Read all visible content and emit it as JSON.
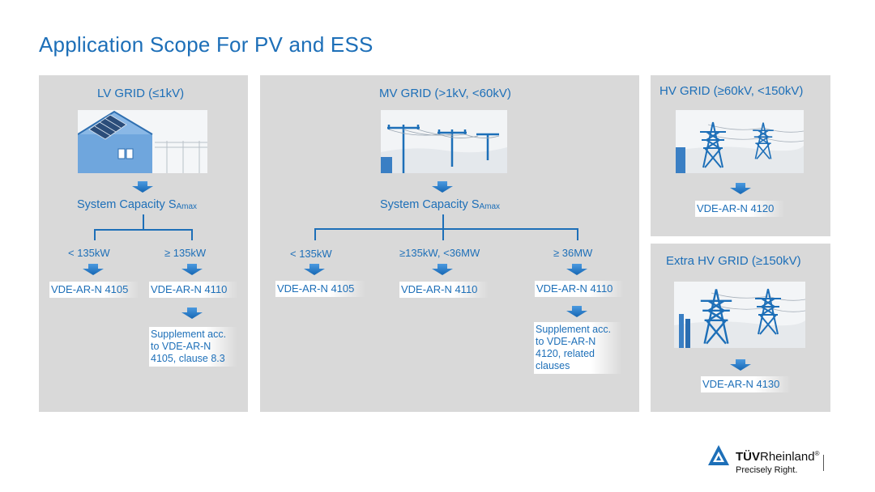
{
  "title": "Application Scope For PV and ESS",
  "lv": {
    "title": "LV GRID (≤1kV)",
    "capacity": "System Capacity S",
    "capacity_sub": "Amax",
    "branch_left": "< 135kW",
    "branch_right": "≥ 135kW",
    "std_left": "VDE-AR-N 4105",
    "std_right": "VDE-AR-N 4110",
    "note": "Supplement acc.\nto VDE-AR-N\n4105, clause 8.3"
  },
  "mv": {
    "title": "MV GRID (>1kV, <60kV)",
    "capacity": "System Capacity S",
    "capacity_sub": "Amax",
    "branch_1": "< 135kW",
    "branch_2": "≥135kW, <36MW",
    "branch_3": "≥ 36MW",
    "std_1": "VDE-AR-N 4105",
    "std_2": "VDE-AR-N 4110",
    "std_3": "VDE-AR-N 4110",
    "note": "Supplement acc.\nto VDE-AR-N\n4120, related\nclauses"
  },
  "hv": {
    "title": "HV GRID (≥60kV, <150kV)",
    "std": "VDE-AR-N 4120"
  },
  "ehv": {
    "title": "Extra HV GRID (≥150kV)",
    "std": "VDE-AR-N 4130"
  },
  "logo": {
    "brand_bold": "TÜV",
    "brand_rest": "Rheinland",
    "reg": "®",
    "tagline": "Precisely Right."
  },
  "colors": {
    "accent": "#1d6fb8",
    "panel": "#d9d9d9",
    "arrow": "#2a7cc7"
  }
}
